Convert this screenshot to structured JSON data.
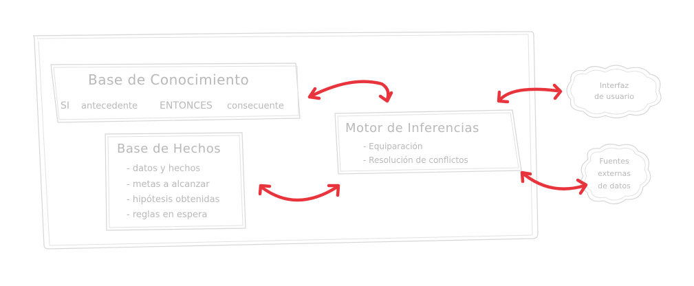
{
  "colors": {
    "arrow": "#e8343c",
    "outline": "#d6d6d6",
    "text_outline": "#cfcfcf"
  },
  "knowledge_base": {
    "title": "Base de Conocimiento",
    "rule_si": "SI",
    "rule_antecedent": "antecedente",
    "rule_entonces": "ENTONCES",
    "rule_consequent": "consecuente"
  },
  "facts_base": {
    "title": "Base de Hechos",
    "items": [
      "- datos y hechos",
      "- metas a alcanzar",
      "- hipótesis obtenidas",
      "- reglas en espera"
    ]
  },
  "inference_engine": {
    "title": "Motor de Inferencias",
    "items": [
      "- Equiparación",
      "- Resolución de conflictos"
    ]
  },
  "clouds": {
    "user_interface": [
      "Interfaz",
      "de usuario"
    ],
    "external_sources": [
      "Fuentes",
      "externas",
      "de datos"
    ]
  }
}
